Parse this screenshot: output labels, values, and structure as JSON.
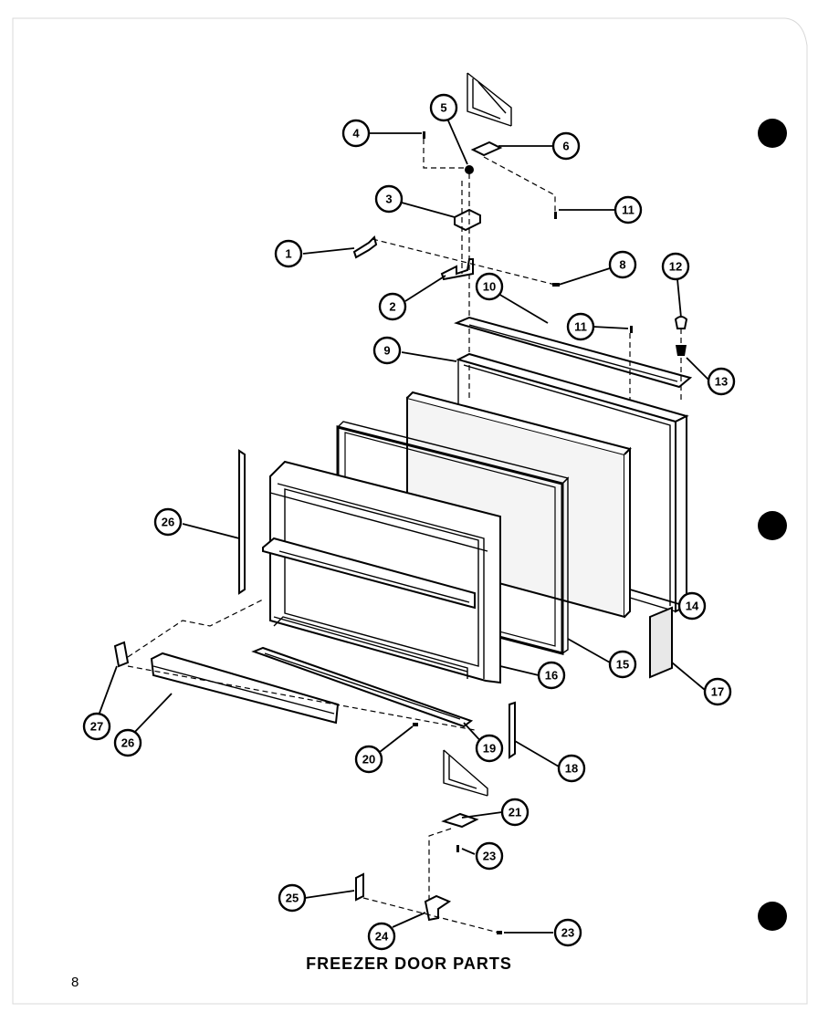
{
  "caption": "FREEZER DOOR PARTS",
  "page_number": "8",
  "callouts": [
    {
      "id": "c1",
      "label": "1"
    },
    {
      "id": "c2",
      "label": "2"
    },
    {
      "id": "c3",
      "label": "3"
    },
    {
      "id": "c4",
      "label": "4"
    },
    {
      "id": "c5",
      "label": "5"
    },
    {
      "id": "c6",
      "label": "6"
    },
    {
      "id": "c8",
      "label": "8"
    },
    {
      "id": "c9",
      "label": "9"
    },
    {
      "id": "c10",
      "label": "10"
    },
    {
      "id": "c11a",
      "label": "11"
    },
    {
      "id": "c11b",
      "label": "11"
    },
    {
      "id": "c12",
      "label": "12"
    },
    {
      "id": "c13",
      "label": "13"
    },
    {
      "id": "c14",
      "label": "14"
    },
    {
      "id": "c15",
      "label": "15"
    },
    {
      "id": "c16",
      "label": "16"
    },
    {
      "id": "c17",
      "label": "17"
    },
    {
      "id": "c18",
      "label": "18"
    },
    {
      "id": "c19",
      "label": "19"
    },
    {
      "id": "c20",
      "label": "20"
    },
    {
      "id": "c21",
      "label": "21"
    },
    {
      "id": "c23a",
      "label": "23"
    },
    {
      "id": "c23b",
      "label": "23"
    },
    {
      "id": "c24",
      "label": "24"
    },
    {
      "id": "c25",
      "label": "25"
    },
    {
      "id": "c26a",
      "label": "26"
    },
    {
      "id": "c26b",
      "label": "26"
    },
    {
      "id": "c27",
      "label": "27"
    }
  ]
}
